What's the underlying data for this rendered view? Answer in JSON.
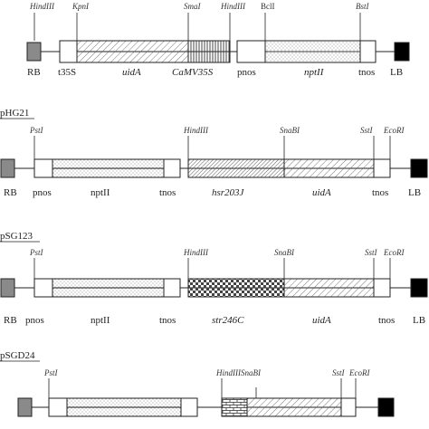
{
  "constructs": [
    {
      "title": "",
      "sites": [
        "HindIII",
        "KpnI",
        "SmaI",
        "HindIII",
        "BclI",
        "BstI"
      ],
      "labels": [
        "RB",
        "t35S",
        "uidA",
        "CaMV35S",
        "pnos",
        "nptII",
        "tnos",
        "LB"
      ]
    },
    {
      "title": "pHG21",
      "sites": [
        "PstI",
        "HindIII",
        "SnaBI",
        "SstI",
        "EcoRI"
      ],
      "labels": [
        "RB",
        "pnos",
        "nptII",
        "tnos",
        "hsr203J",
        "uidA",
        "tnos",
        "LB"
      ]
    },
    {
      "title": "pSG123",
      "sites": [
        "PstI",
        "HindIII",
        "SnaBI",
        "SstI",
        "EcoRI"
      ],
      "labels": [
        "RB",
        "pnos",
        "nptII",
        "tnos",
        "str246C",
        "uidA",
        "tnos",
        "LB"
      ]
    },
    {
      "title": "pSGD24",
      "sites": [
        "PstI",
        "HindIII",
        "SnaBI",
        "SstI",
        "EcoRI"
      ],
      "labels": []
    }
  ],
  "colors": {
    "rb_fill": "#8a8a8a",
    "lb_fill": "#000000",
    "line": "#222222"
  }
}
